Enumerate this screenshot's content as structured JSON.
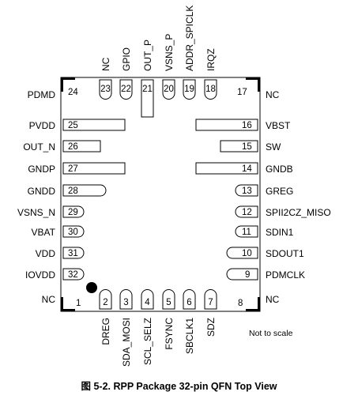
{
  "caption": "图 5-2. RPP Package 32-pin QFN Top View",
  "note": "Not to scale",
  "pins": {
    "p1": {
      "num": "1",
      "name": "NC"
    },
    "p2": {
      "num": "2",
      "name": "DREG"
    },
    "p3": {
      "num": "3",
      "name": "SDA_MOSI"
    },
    "p4": {
      "num": "4",
      "name": "SCL_SELZ"
    },
    "p5": {
      "num": "5",
      "name": "FSYNC"
    },
    "p6": {
      "num": "6",
      "name": "SBCLK1"
    },
    "p7": {
      "num": "7",
      "name": "SDZ"
    },
    "p8": {
      "num": "8",
      "name": "NC"
    },
    "p9": {
      "num": "9",
      "name": "PDMCLK"
    },
    "p10": {
      "num": "10",
      "name": "SDOUT1"
    },
    "p11": {
      "num": "11",
      "name": "SDIN1"
    },
    "p12": {
      "num": "12",
      "name": "SPII2CZ_MISO"
    },
    "p13": {
      "num": "13",
      "name": "GREG"
    },
    "p14": {
      "num": "14",
      "name": "GNDB"
    },
    "p15": {
      "num": "15",
      "name": "SW"
    },
    "p16": {
      "num": "16",
      "name": "VBST"
    },
    "p17": {
      "num": "17",
      "name": "NC"
    },
    "p18": {
      "num": "18",
      "name": "IRQZ"
    },
    "p19": {
      "num": "19",
      "name": "ADDR_SPICLK"
    },
    "p20": {
      "num": "20",
      "name": "VSNS_P"
    },
    "p21": {
      "num": "21",
      "name": "OUT_P"
    },
    "p22": {
      "num": "22",
      "name": "GPIO"
    },
    "p23": {
      "num": "23",
      "name": "NC"
    },
    "p24": {
      "num": "24",
      "name": "PDMD"
    },
    "p25": {
      "num": "25",
      "name": "PVDD"
    },
    "p26": {
      "num": "26",
      "name": "OUT_N"
    },
    "p27": {
      "num": "27",
      "name": "GNDP"
    },
    "p28": {
      "num": "28",
      "name": "GNDD"
    },
    "p29": {
      "num": "29",
      "name": "VSNS_N"
    },
    "p30": {
      "num": "30",
      "name": "VBAT"
    },
    "p31": {
      "num": "31",
      "name": "VDD"
    },
    "p32": {
      "num": "32",
      "name": "IOVDD"
    }
  }
}
